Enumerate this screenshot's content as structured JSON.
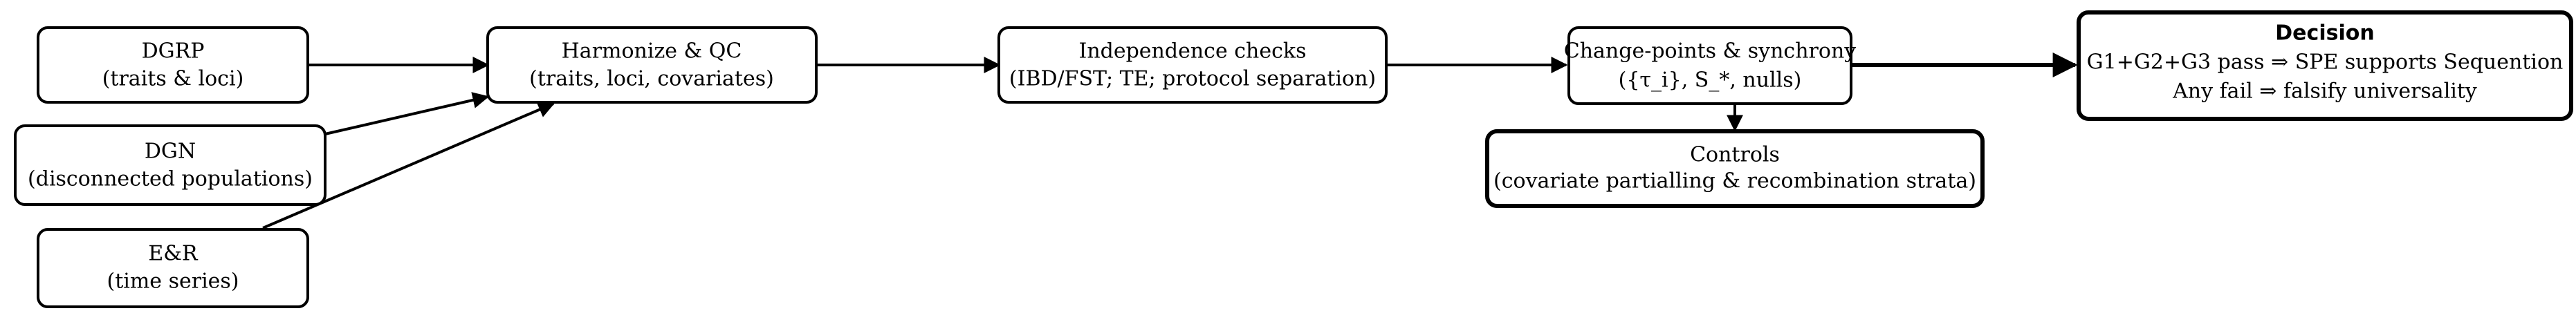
{
  "nodes": {
    "dgrp": {
      "line1": "DGRP",
      "line2": "(traits & loci)"
    },
    "dgn": {
      "line1": "DGN",
      "line2": "(disconnected populations)"
    },
    "er": {
      "line1": "E&R",
      "line2": "(time series)"
    },
    "harmonize": {
      "line1": "Harmonize & QC",
      "line2": "(traits, loci, covariates)"
    },
    "independence": {
      "line1": "Independence checks",
      "line2": "(IBD/FST; TE; protocol separation)"
    },
    "changepoints": {
      "line1": "Change-points & synchrony",
      "line2": "({τ_i}, S_*, nulls)"
    },
    "controls": {
      "line1": "Controls",
      "line2": "(covariate partialling & recombination strata)"
    },
    "decision": {
      "title": "Decision",
      "line2": "G1+G2+G3 pass ⇒ SPE supports Sequention",
      "line3": "Any fail ⇒ falsify universality"
    }
  }
}
